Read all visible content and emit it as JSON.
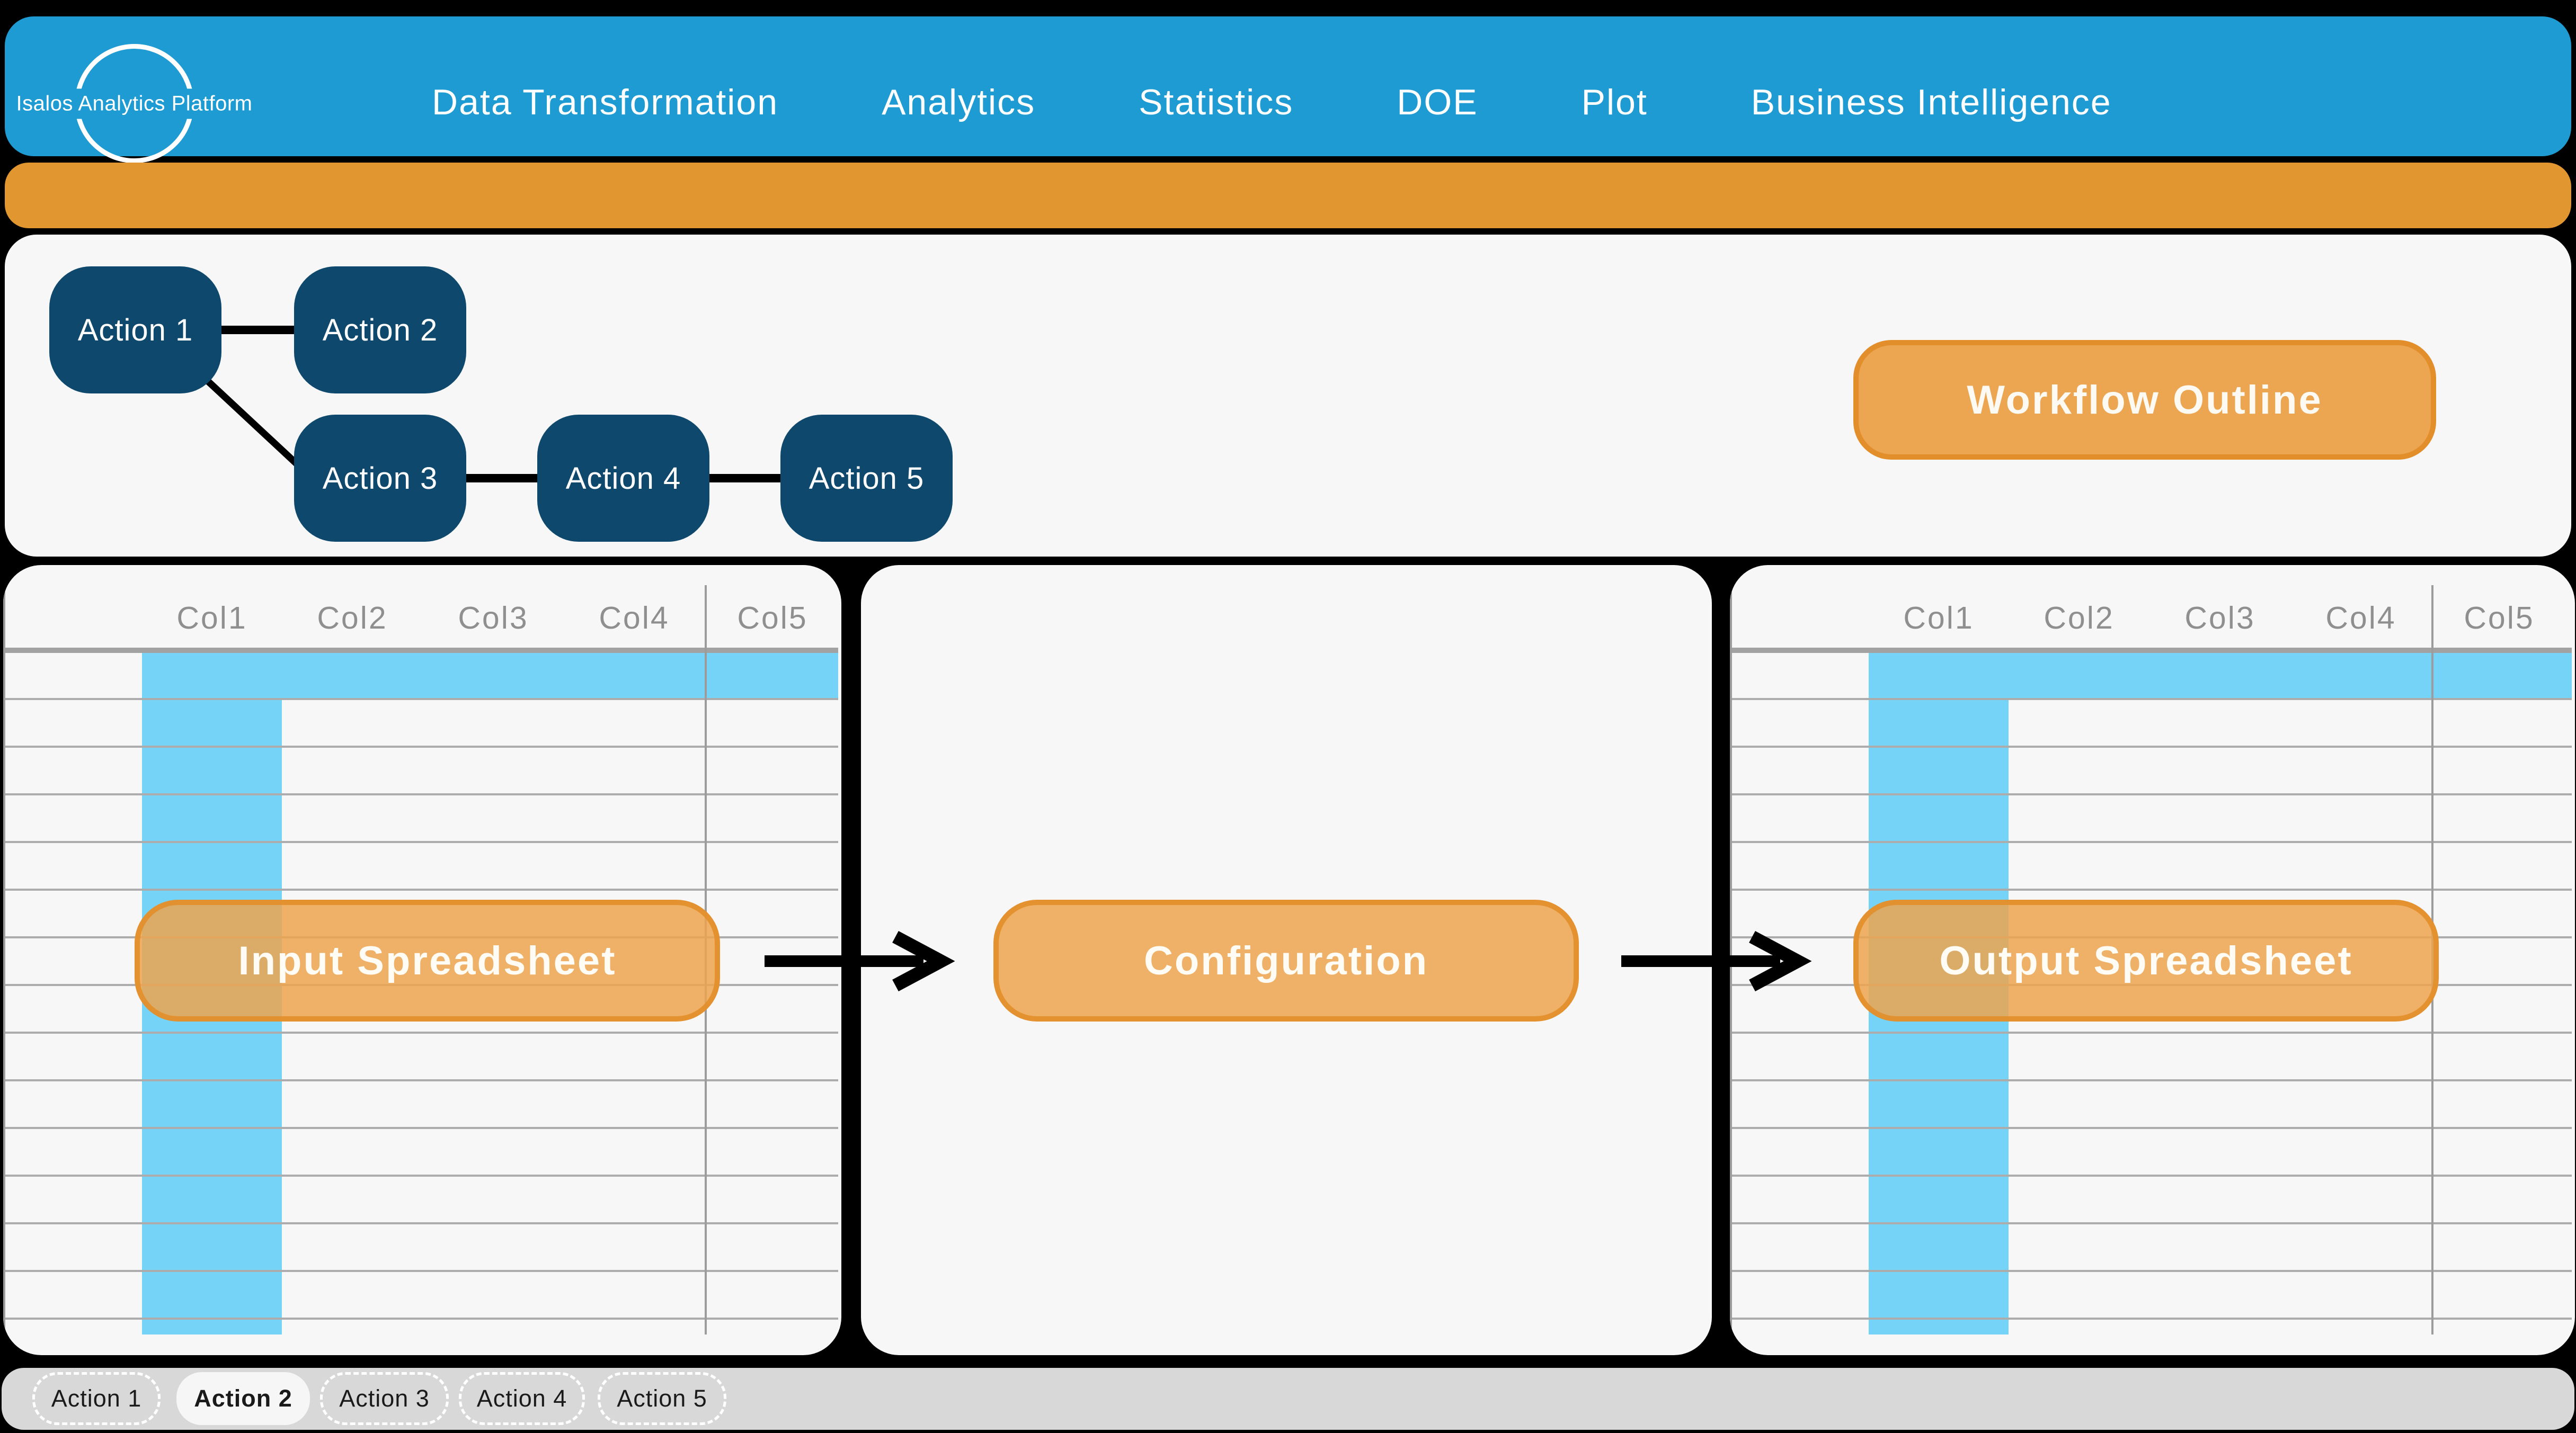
{
  "brand": {
    "name": "Isalos Analytics Platform"
  },
  "menu": {
    "items": [
      {
        "label": "Data Transformation"
      },
      {
        "label": "Analytics"
      },
      {
        "label": "Statistics"
      },
      {
        "label": "DOE"
      },
      {
        "label": "Plot"
      },
      {
        "label": "Business Intelligence"
      }
    ]
  },
  "workflow": {
    "outline_label": "Workflow Outline",
    "nodes": [
      {
        "label": "Action 1"
      },
      {
        "label": "Action 2"
      },
      {
        "label": "Action 3"
      },
      {
        "label": "Action 4"
      },
      {
        "label": "Action 5"
      }
    ],
    "connections": [
      "Action 1 - Action 2",
      "Action 1 - Action 3",
      "Action 3 - Action 4",
      "Action 4 - Action 5"
    ]
  },
  "flow": {
    "input_label": "Input Spreadsheet",
    "config_label": "Configuration",
    "output_label": "Output Spreadsheet"
  },
  "sheet": {
    "columns": [
      "Col1",
      "Col2",
      "Col3",
      "Col4",
      "Col5"
    ],
    "highlight": "first row and first column highlighted"
  },
  "tabs": [
    {
      "label": "Action 1",
      "active": false
    },
    {
      "label": "Action 2",
      "active": true
    },
    {
      "label": "Action 3",
      "active": false
    },
    {
      "label": "Action 4",
      "active": false
    },
    {
      "label": "Action 5",
      "active": false
    }
  ],
  "colors": {
    "topbar_blue": "#1E9BD2",
    "ribbon_orange": "#E2962F",
    "button_orange_fill": "#ECA550",
    "button_orange_border": "#E28E2B",
    "node_navy": "#0E486C",
    "cell_highlight_blue": "#75D3F7",
    "panel_bg": "#F7F7F8",
    "tabbar_bg": "#D8D8D8",
    "page_bg": "#000000"
  }
}
